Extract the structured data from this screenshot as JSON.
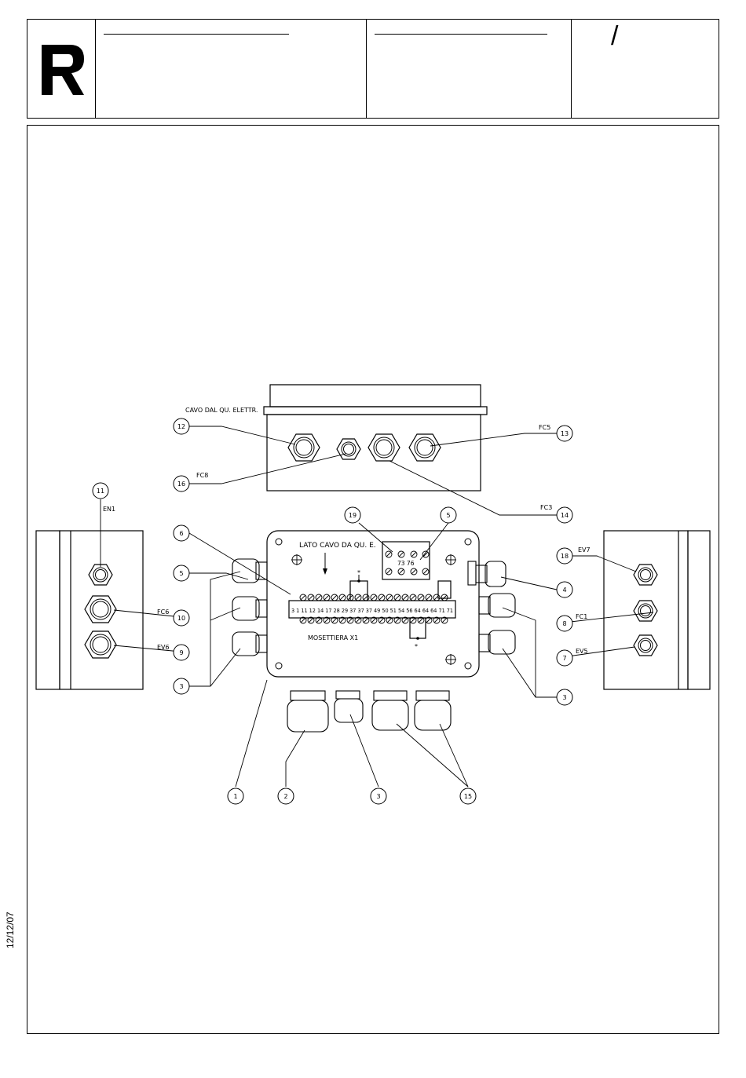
{
  "title_block": {
    "sheet_mark": "/"
  },
  "side_date": "12/12/07",
  "diagram": {
    "top_box_caption": "CAVO DAL QU. ELETTR.",
    "center_caption": "LATO CAVO DA QU. E.",
    "terminal_block_caption": "MOSETTIERA X1",
    "terminal_numbers": "3 1 11 12 14 17 28 29 37 37 37 49 50 51 54 56 64 64 64 71 71",
    "terminal_block_right": "73 76",
    "signal_labels": {
      "en1": "EN1",
      "fc6": "FC6",
      "ev6": "EV6",
      "fc8": "FC8",
      "fc5": "FC5",
      "fc3": "FC3",
      "ev7": "EV7",
      "fc1": "FC1",
      "ev5": "EV5"
    },
    "balloons": [
      "11",
      "10",
      "9",
      "3",
      "12",
      "16",
      "13",
      "14",
      "6",
      "5",
      "19",
      "5",
      "18",
      "4",
      "8",
      "7",
      "3",
      "1",
      "2",
      "3",
      "15"
    ],
    "asterisk": "*"
  }
}
